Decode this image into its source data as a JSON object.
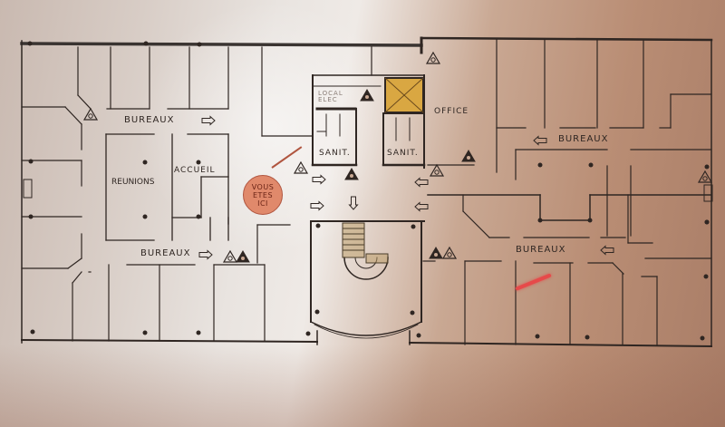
{
  "sign": {
    "type": "floor plan / evacuation sign (photograph)",
    "background_color": "#c9a893",
    "line_color": "#2f2622",
    "elevator_color": "#d9a742",
    "you_are_here_color": "#e0896b",
    "red_mark_color": "#e64a4a"
  },
  "labels": {
    "bureaux_top_left": "BUREAUX",
    "bureaux_bottom_left": "BUREAUX",
    "bureaux_top_right": "BUREAUX",
    "bureaux_bottom_right": "BUREAUX",
    "reunions": "REUNIONS",
    "accueil": "ACCUEIL",
    "local_elec_line1": "LOCAL",
    "local_elec_line2": "ELEC",
    "sanit_left": "SANIT.",
    "sanit_right": "SANIT.",
    "office": "OFFICE"
  },
  "you_are_here": {
    "line1": "VOUS",
    "line2": "ETES",
    "line3": "ICI"
  },
  "icons": {
    "fire_extinguisher": "fire-extinguisher-icon",
    "fire_alarm": "fire-alarm-icon",
    "exit_arrow": "exit-arrow-icon",
    "elevator": "elevator-icon",
    "stairs": "stairs-icon"
  }
}
